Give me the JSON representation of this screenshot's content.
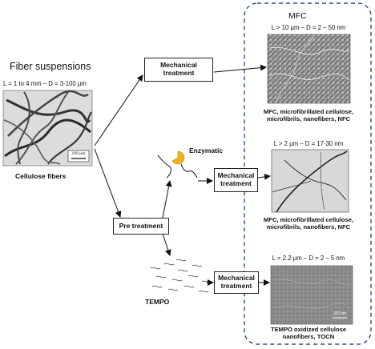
{
  "source": {
    "title": "Fiber suspensions",
    "dimensions": "L = 1  to 4 mm – D = 3-100 µm",
    "scale_label": "100 µm",
    "caption": "Cellulose fibers"
  },
  "mfc_group": {
    "title": "MFC"
  },
  "route1": {
    "step_label": "Mechanical\ntreatment",
    "dimensions": "L > 10 µm – D = 2 – 50 nm",
    "caption": "MFC, microfibrillated cellulose,\nmicrofibrils, nanofibers, NFC"
  },
  "pretreatment": {
    "label": "Pre treatment"
  },
  "route2": {
    "agent_label": "Enzymatic",
    "step_label": "Mechanical\ntreatment",
    "dimensions": "L > 2 µm – D = 17-30 nm",
    "caption": "MFC, microfibrillated cellulose,\nmicrofibrils, nanofibers, NFC"
  },
  "route3": {
    "agent_label": "TEMPO",
    "step_label": "Mechanical\ntreatment",
    "dimensions": "L = 2.2 µm – D = 2 – 5 nm",
    "scale_label": "100 nm",
    "caption": "TEMPO oxidized cellulose\nnanofibers, TOCN"
  },
  "colors": {
    "dashed_border": "#2f4f7f",
    "enzyme": "#f2b21b"
  }
}
